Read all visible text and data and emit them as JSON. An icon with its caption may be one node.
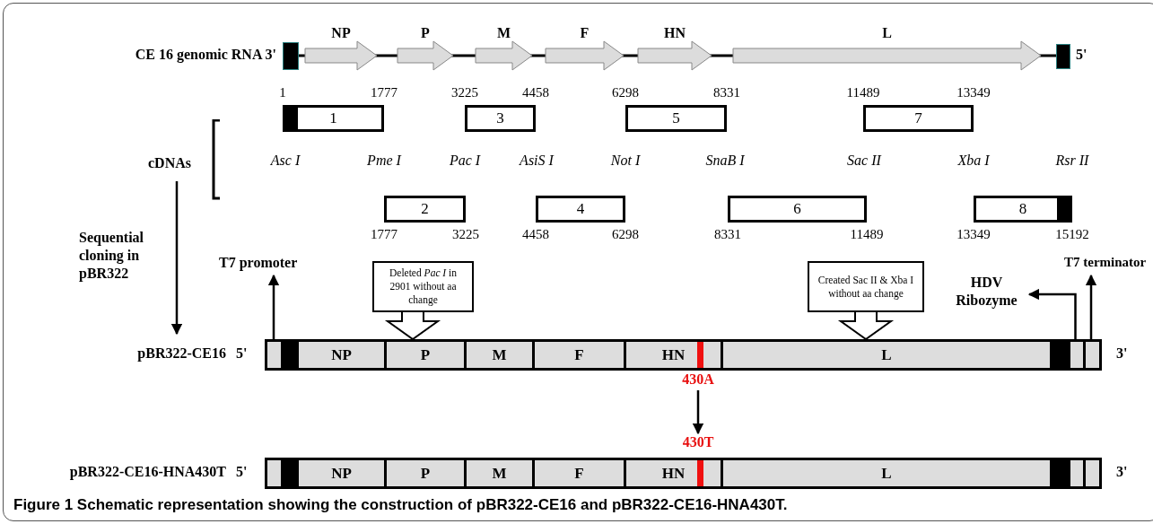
{
  "diagram": {
    "caption": "Figure 1 Schematic representation showing the construction of pBR322-CE16 and pBR322-CE16-HNA430T.",
    "nodes": [
      {
        "text": [
          "NP"
        ]
      },
      {
        "text": [
          "P"
        ]
      },
      {
        "text": [
          "M"
        ]
      },
      {
        "text": [
          "F"
        ]
      },
      {
        "text": [
          "HN"
        ]
      },
      {
        "text": [
          "L"
        ]
      },
      {
        "text": [
          "1"
        ],
        "beside": [
          "1",
          "1777"
        ]
      },
      {
        "text": [
          "3"
        ],
        "beside": [
          "3225",
          "4458"
        ]
      },
      {
        "text": [
          "5"
        ],
        "beside": [
          "6298",
          "8331"
        ]
      },
      {
        "text": [
          "7"
        ],
        "beside": [
          "11489",
          "13349"
        ]
      },
      {
        "text": [
          "2"
        ],
        "beside": [
          "1777",
          "3225"
        ]
      },
      {
        "text": [
          "4"
        ],
        "beside": [
          "4458",
          "6298"
        ]
      },
      {
        "text": [
          "6"
        ],
        "beside": [
          "8331",
          "11489"
        ]
      },
      {
        "text": [
          "8"
        ],
        "beside": [
          "13349",
          "15192"
        ]
      },
      {
        "text": [
          "cDNAs"
        ]
      },
      {
        "text": [
          "T7 promoter"
        ]
      },
      {
        "text": [
          "Deleted *Pac I* in 2901 without aa change"
        ]
      },
      {
        "text": [
          "Created Sac II & Xba I without aa change"
        ]
      },
      {
        "text": [
          "HDV Ribozyme"
        ]
      },
      {
        "text": [
          "T7 terminator"
        ]
      },
      {
        "text": [
          "pBR322-CE16"
        ],
        "beside": [
          "5'",
          "3'"
        ]
      },
      {
        "text": [],
        "shape": "box",
        "in": 20
      },
      {
        "text": [
          "NP"
        ],
        "in": 20
      },
      {
        "text": [
          "P"
        ],
        "in": 20
      },
      {
        "text": [
          "M"
        ],
        "in": 20
      },
      {
        "text": [
          "F"
        ],
        "in": 20
      },
      {
        "text": [
          "HN"
        ],
        "in": 20
      },
      {
        "text": [
          "L"
        ],
        "in": 20
      },
      {
        "text": [],
        "shape": "box",
        "in": 20
      },
      {
        "text": [],
        "shape": "box",
        "in": 20
      },
      {
        "text": [
          "430A"
        ]
      },
      {
        "text": [
          "430T"
        ]
      },
      {
        "text": [
          "pBR322-CE16-HNA430T"
        ],
        "beside": [
          "5'",
          "3'"
        ]
      },
      {
        "text": [],
        "shape": "box",
        "in": 32
      },
      {
        "text": [
          "NP"
        ],
        "in": 32
      },
      {
        "text": [
          "P"
        ],
        "in": 32
      },
      {
        "text": [
          "M"
        ],
        "in": 32
      },
      {
        "text": [
          "F"
        ],
        "in": 32
      },
      {
        "text": [
          "HN"
        ],
        "in": 32
      },
      {
        "text": [
          "L"
        ],
        "in": 32
      },
      {
        "text": [],
        "shape": "box",
        "in": 32
      },
      {
        "text": [],
        "shape": "box",
        "in": 32
      }
    ],
    "edges": [
      {
        "from": 14,
        "to": 20,
        "arrow": "to",
        "label": "Sequential cloning in pBR322"
      },
      {
        "from": 21,
        "to": 15,
        "arrow": "to"
      },
      {
        "from": 16,
        "to": 23,
        "arrow": "to"
      },
      {
        "from": 17,
        "to": 27,
        "arrow": "to"
      },
      {
        "from": 28,
        "to": 18,
        "arrow": "to"
      },
      {
        "from": 29,
        "to": 19,
        "arrow": "to"
      },
      {
        "from": 30,
        "to": 31,
        "arrow": "to"
      }
    ],
    "labels": [
      "CE 16 genomic RNA 3'",
      "5'",
      "Asc I",
      "Pme I",
      "Pac I",
      "AsiS I",
      "Not I",
      "SnaB I",
      "Sac II",
      "Xba I",
      "Rsr II"
    ]
  }
}
